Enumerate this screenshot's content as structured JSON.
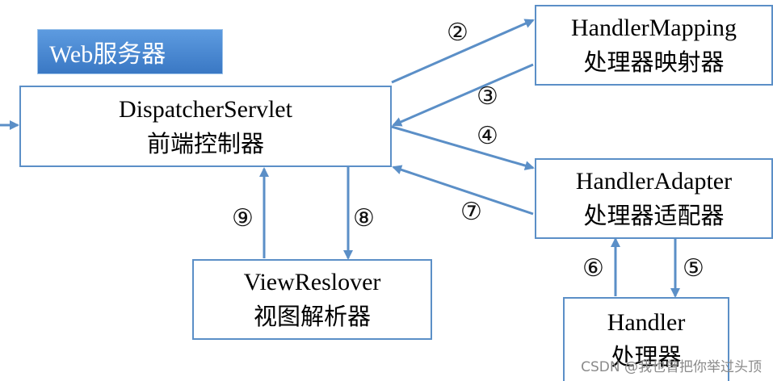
{
  "web_server_label": "Web服务器",
  "dispatcher": {
    "title": "DispatcherServlet",
    "subtitle": "前端控制器"
  },
  "handler_mapping": {
    "title": "HandlerMapping",
    "subtitle": "处理器映射器"
  },
  "handler_adapter": {
    "title": "HandlerAdapter",
    "subtitle": "处理器适配器"
  },
  "view_resolver": {
    "title": "ViewReslover",
    "subtitle": "视图解析器"
  },
  "handler": {
    "title": "Handler",
    "subtitle": "处理器"
  },
  "steps": {
    "s2": "②",
    "s3": "③",
    "s4": "④",
    "s5": "⑤",
    "s6": "⑥",
    "s7": "⑦",
    "s8": "⑧",
    "s9": "⑨"
  },
  "watermark": "CSDN @我也曾把你举过头顶",
  "colors": {
    "border": "#5b8fc7",
    "arrow": "#5b8fc7",
    "label_bg": "#4a8ad6"
  }
}
